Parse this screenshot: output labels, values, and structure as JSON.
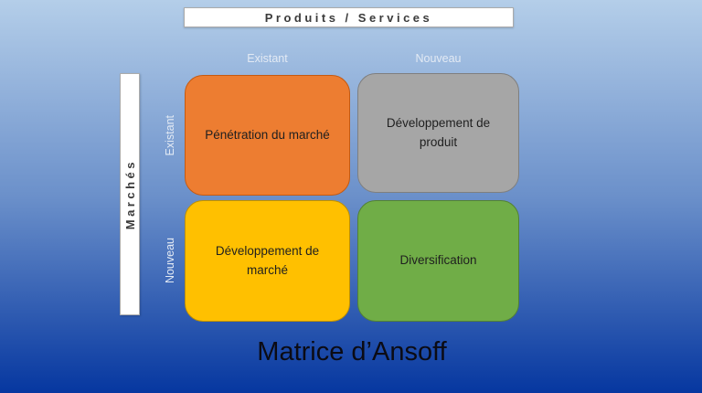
{
  "title": "Matrice d’Ansoff",
  "axis_top": {
    "label": "Produits / Services"
  },
  "axis_left": {
    "label": "Marchés"
  },
  "columns": [
    {
      "label": "Existant"
    },
    {
      "label": "Nouveau"
    }
  ],
  "rows": [
    {
      "label": "Existant"
    },
    {
      "label": "Nouveau"
    }
  ],
  "quadrants": [
    {
      "name": "penetration-du-marche",
      "label": "Pénétration du marché",
      "row": "Existant",
      "column": "Existant",
      "fill": "#ED7D31",
      "border": "#C55A11"
    },
    {
      "name": "developpement-de-produit",
      "label": "Développement de produit",
      "row": "Existant",
      "column": "Nouveau",
      "fill": "#A6A6A6",
      "border": "#7F7F7F"
    },
    {
      "name": "developpement-de-marche",
      "label": "Développement de marché",
      "row": "Nouveau",
      "column": "Existant",
      "fill": "#FFC000",
      "border": "#BF9000"
    },
    {
      "name": "diversification",
      "label": "Diversification",
      "row": "Nouveau",
      "column": "Nouveau",
      "fill": "#70AD47",
      "border": "#538135"
    }
  ],
  "colors": {
    "background_top": "#B4CEE9",
    "background_mid": "#6B90CA",
    "background_bottom": "#0637A0",
    "axis_bar_fill": "#FFFFFF",
    "axis_bar_border": "#ABABAB",
    "axis_bar_text": "#3B3B3B",
    "tick_label_text": "#E3EAF4",
    "quadrant_text": "#1F1F1F",
    "title_text": "#0B0B14"
  }
}
